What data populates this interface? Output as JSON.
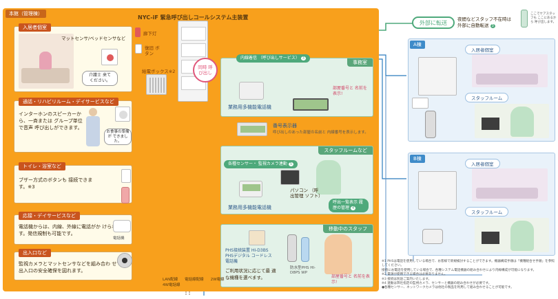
{
  "main": {
    "label": "本館（管理棟）",
    "system_title": "NYC-iF 緊急呼び出しコールシステム主装置"
  },
  "transfer": {
    "bubble": "外部に転送",
    "note_line1": "夜間などスタッフ不在時は",
    "note_line2": "外部に自動転送",
    "note_badge": "3",
    "phone_note": "ここでケアスタッフも ここにあるから 呼び出します。"
  },
  "resident_room": {
    "title": "入居者個室",
    "sensor_label": "マットセンサ/ベッドセンサなど",
    "corridor_light": "廊下灯",
    "reset_button": "復旧 ボタン",
    "speech_bubble": "介護士 来てください。"
  },
  "call_box": {
    "label": "給電ボックス※2"
  },
  "central_call": {
    "label": "同時 呼び出し"
  },
  "day_service": {
    "title": "通話・リハビリルーム・デイサービスなど",
    "text": "インターホンのスピーカーから、一斉または グループ単位で音声 呼び出しができます。",
    "speech": "お食事の準備が できました。"
  },
  "toilet": {
    "title": "トイレ・浴室など",
    "text": "ブザー方式のボタンも 接続できます。※3"
  },
  "reception": {
    "title": "応接・デイサービスなど",
    "text": "電話機からは、内線、外線に電話がか けられます。発信規制も可能です。",
    "device": "電話機"
  },
  "entrance": {
    "title": "出入口など",
    "text": "監視カメラとマットセンサなどを組み合わ せて出入口の安全確保を図れます。"
  },
  "office": {
    "title": "事務室",
    "bubble": "内線着信 （呼び出しサービス）",
    "bubble_badge": "3",
    "phone_label": "業務用多機能電話機",
    "display_note": "部屋番号と 名前を表示!",
    "monitor_label": "番号表示器",
    "monitor_text": "呼び出しのあった部屋の名前と 内線番号を表示します。"
  },
  "staff_room": {
    "title": "スタッフルームなど",
    "bubble": "各種センサー・ 監視カメラ連動",
    "bubble_badge": "5",
    "phone_label": "業務用多機能電話機",
    "pc_label": "パソコン （呼出管理 ソフト）",
    "history_bubble": "呼出一覧表示 履歴の管理",
    "history_badge": "4"
  },
  "mobile_staff": {
    "title": "移動中のスタッフ",
    "phs_label": "PHS接続装置 HI-D3BS PHSデジタル コードレス電話機",
    "phs_note": "ご利用状況に応じて最 適な機種を選べます。",
    "waterproof": "防水型PHS HI-D8PS WP",
    "display_note": "部屋番号と 名前を表示!"
  },
  "building_a": {
    "title": "A棟",
    "room1": "入居者個室",
    "room2": "スタッフルーム"
  },
  "building_b": {
    "title": "B棟",
    "room1": "入居者個室",
    "room2": "スタッフルーム"
  },
  "legend": {
    "lan": "LAN配線",
    "phone": "電話線配線",
    "wire2": "2W電線",
    "wire4": "4W電話線"
  },
  "footnotes": {
    "n1": "※1 PHSは電話を使用している場合で、お客様で新規検討することができます。機器構成手順は「機種組合せ手順」を参照してください。",
    "n1b": "接続にお電話を使用している場合で、各種システム電話機器の組み合わせにより内線構成が可能になります。",
    "n2": "※2 電源が使用できる場合は必要ありません。",
    "n3": "※3 接続は別途ご案内いたします。",
    "n4": "※4 連動は弊社指定の監視カメラ、センサーと機器の組み合わせが必要です。",
    "n5": "●各種センサー、ネットワークカメラは他社の製品を利用して組み合わせることが可能です。"
  },
  "colors": {
    "orange": "#f8a01c",
    "green": "#5aa67a",
    "blue": "#3e8bc9",
    "pink": "#e0567a"
  }
}
